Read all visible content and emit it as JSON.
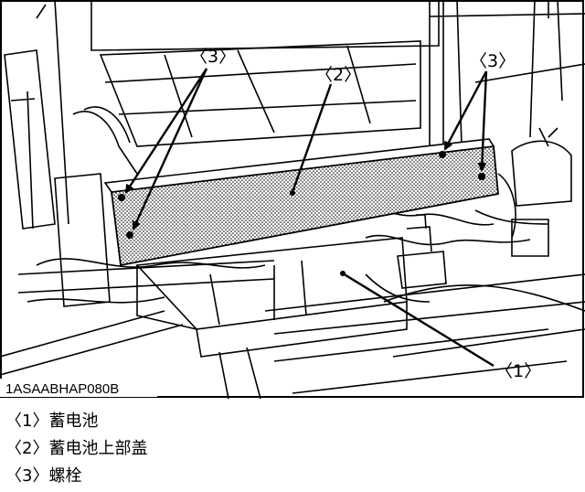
{
  "figure": {
    "code": "1ASAABHAP080B",
    "callouts": {
      "battery": "〈1〉",
      "cover": "〈2〉",
      "bolt_left": "〈3〉",
      "bolt_right": "〈3〉"
    }
  },
  "legend": [
    {
      "num": "〈1〉",
      "text": "蓄电池"
    },
    {
      "num": "〈2〉",
      "text": "蓄电池上部盖"
    },
    {
      "num": "〈3〉",
      "text": "螺栓"
    }
  ]
}
